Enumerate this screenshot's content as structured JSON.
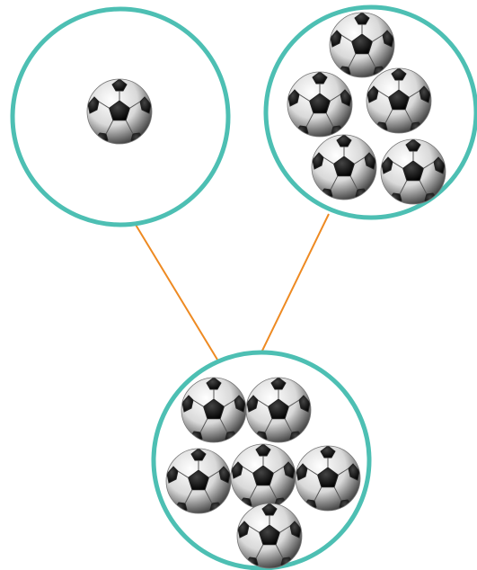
{
  "diagram": {
    "parts": [
      {
        "id": "part-left",
        "ball_count": 1
      },
      {
        "id": "part-right",
        "ball_count": 5
      }
    ],
    "whole": {
      "id": "whole-bottom",
      "ball_count": 6
    },
    "colors": {
      "circle_stroke": "#4dbfb3",
      "connector": "#ee8a22",
      "ball_dark": "#111111",
      "ball_light": "#f4f4f4",
      "background": "#ffffff"
    },
    "ball_icon": "soccer-ball-icon"
  }
}
